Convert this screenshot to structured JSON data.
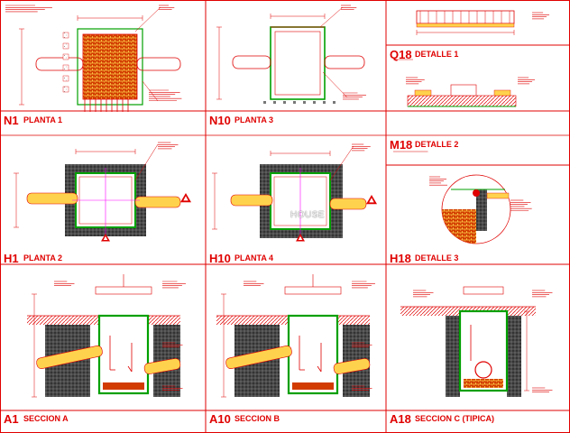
{
  "colors": {
    "line": "#e00000",
    "earth": "#222222",
    "wall": "#c8e5b0",
    "pipe": "#ffd24d",
    "bed": "#ffb000",
    "green": "#00a000",
    "magenta": "#ff00ff",
    "bg": "#ffffff"
  },
  "panels": [
    {
      "code": "N1",
      "title": "PLANTA 1"
    },
    {
      "code": "N10",
      "title": "PLANTA 3"
    },
    {
      "code": "Q18",
      "title": "DETALLE 1"
    },
    {
      "code": "M18",
      "title": "DETALLE 2"
    },
    {
      "code": "H1",
      "title": "PLANTA 2"
    },
    {
      "code": "H10",
      "title": "PLANTA 4"
    },
    {
      "code": "H18",
      "title": "DETALLE 3"
    },
    {
      "code": "A1",
      "title": "SECCION A"
    },
    {
      "code": "A10",
      "title": "SECCION B"
    },
    {
      "code": "A18",
      "title": "SECCION C (TIPICA)"
    }
  ],
  "watermark": "HOUSE"
}
